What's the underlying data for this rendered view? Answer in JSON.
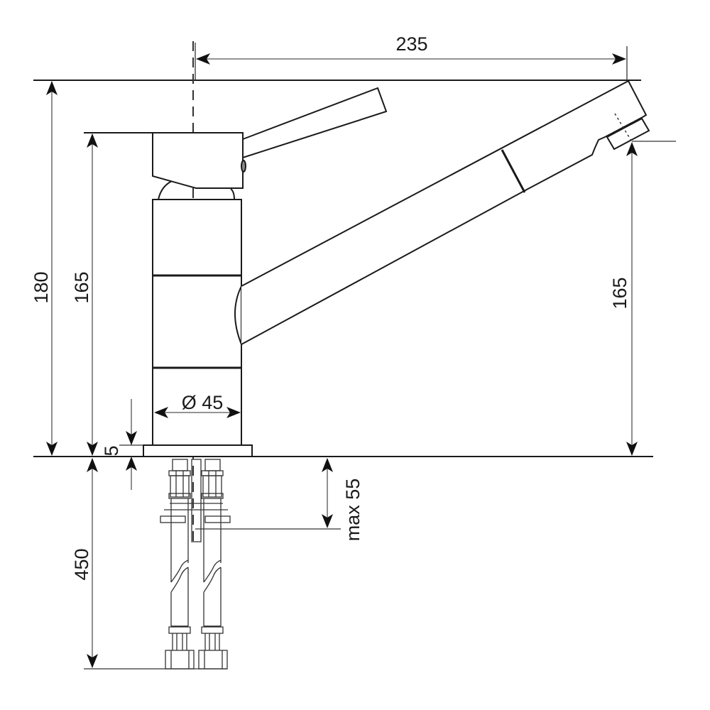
{
  "drawing": {
    "subject": "single-lever kitchen faucet with pull-out spout",
    "dimensions": {
      "spout_reach": "235",
      "total_height": "180",
      "body_height": "165",
      "spout_outlet_height": "165",
      "body_diameter": "Ø 45",
      "base_plate_thickness": "5",
      "max_countertop_thickness": "max 55",
      "hose_length": "450"
    },
    "colors": {
      "line": "#1a1a1a",
      "background": "#ffffff"
    }
  }
}
